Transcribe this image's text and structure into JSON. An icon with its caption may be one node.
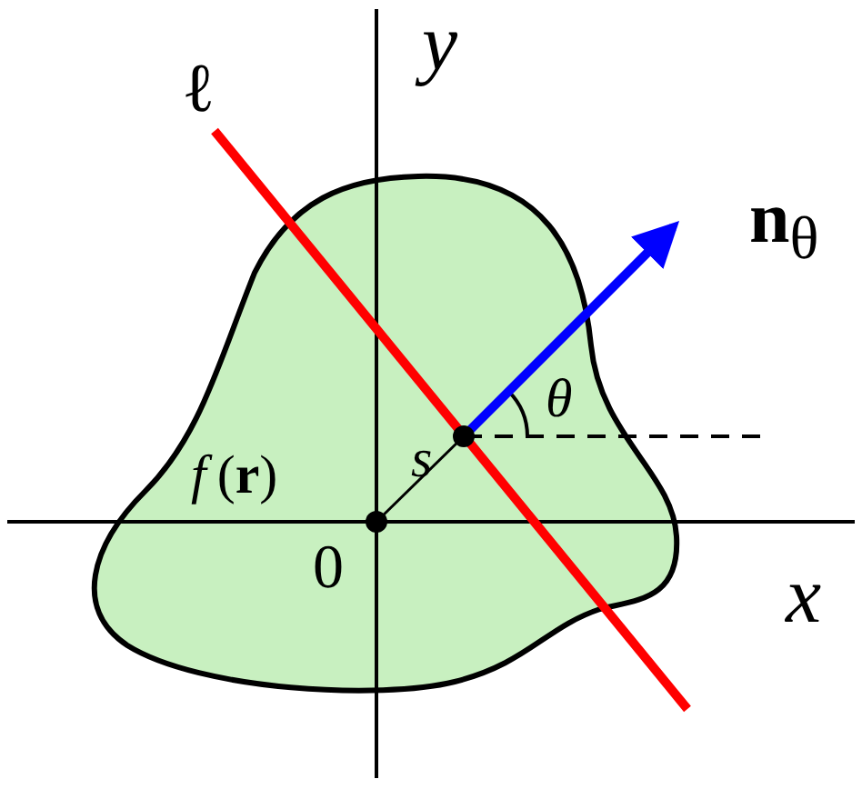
{
  "diagram": {
    "nodes": [
      {
        "text": [
          "*f* (**r**)"
        ]
      }
    ],
    "labels": [
      "*y*",
      "ℓ",
      "**n**$_{θ}$",
      "*θ*",
      "*s*",
      "0",
      "*x*"
    ]
  }
}
